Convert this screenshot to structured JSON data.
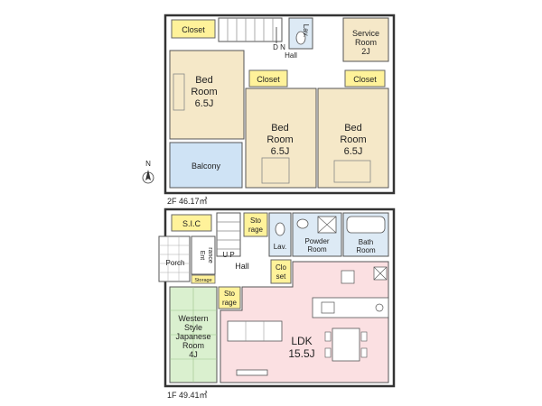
{
  "second_floor": {
    "area_label": "2F 46.17㎡",
    "rooms": {
      "closet_top": "Closet",
      "lav": "Lav.",
      "dn": "D N",
      "hall": "Hall",
      "service_room": [
        "Service",
        "Room",
        "2J"
      ],
      "bed1": [
        "Bed",
        "Room",
        "6.5J"
      ],
      "closet_mid": "Closet",
      "closet_right": "Closet",
      "bed2": [
        "Bed",
        "Room",
        "6.5J"
      ],
      "bed3": [
        "Bed",
        "Room",
        "6.5J"
      ],
      "balcony": "Balcony"
    }
  },
  "first_floor": {
    "area_label": "1F 49.41㎡",
    "rooms": {
      "sic": "S.I.C",
      "storage_top": [
        "Sto",
        "rage"
      ],
      "lav": "Lav.",
      "powder_room": [
        "Powder",
        "Room"
      ],
      "bath_room": [
        "Bath",
        "Room"
      ],
      "porch": "Porch",
      "entrance": [
        "Ent",
        "rance"
      ],
      "up": "U P",
      "hall": "Hall",
      "closet": [
        "Clo",
        "set"
      ],
      "storage_small": "Storage",
      "storage_mid": [
        "Sto",
        "rage"
      ],
      "western_room": [
        "Western",
        "Style",
        "Japanese",
        "Room",
        "4J"
      ],
      "ldk": [
        "LDK",
        "15.5J"
      ]
    }
  },
  "compass": {
    "label": "N"
  },
  "colors": {
    "bedroom": "#f5e8c8",
    "balcony": "#cfe3f5",
    "closet": "#fff29a",
    "wet": "#ddeaf5",
    "ldk": "#fbe0e2",
    "tatami": "#daf0cf",
    "hall": "#ffffff",
    "wall": "#333333"
  }
}
